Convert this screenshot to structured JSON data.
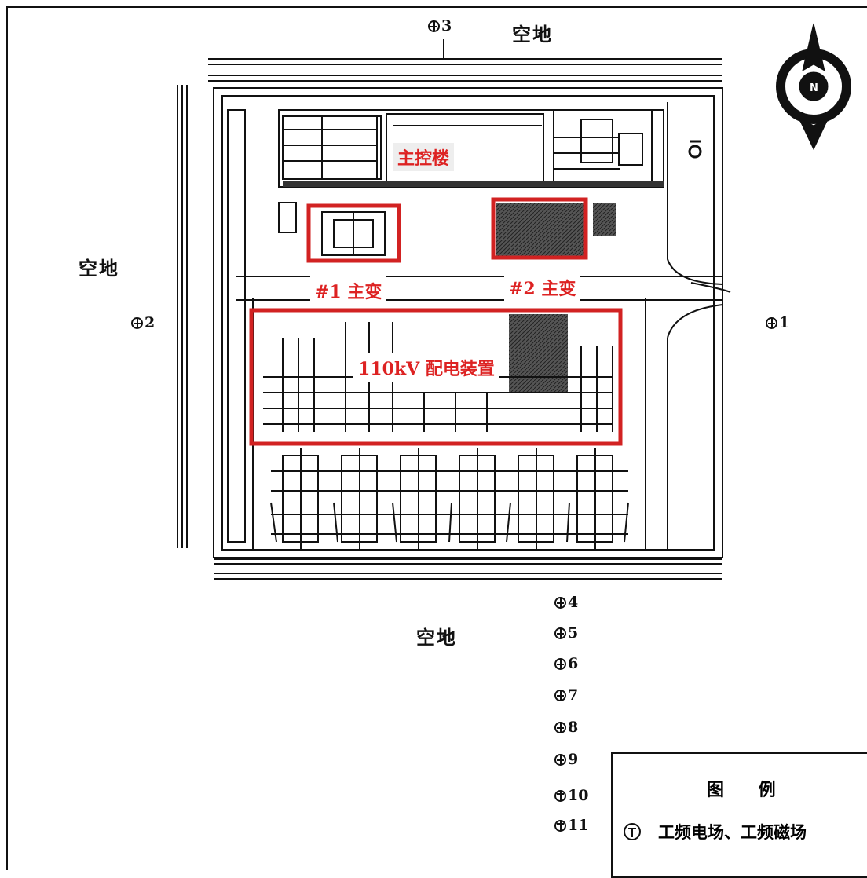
{
  "areas": {
    "north": "空地",
    "west": "空地",
    "south": "空地"
  },
  "facilities": {
    "control_building": "主控楼",
    "transformer_1": "#1 主变",
    "transformer_2": "#2 主变",
    "switchyard": "110kV 配电装置"
  },
  "points": [
    "3",
    "2",
    "1",
    "4",
    "5",
    "6",
    "7",
    "8",
    "9",
    "10",
    "11"
  ],
  "compass": {
    "letter": "N"
  },
  "legend": {
    "title": "图 例",
    "item": "工频电场、工频磁场"
  },
  "colors": {
    "highlight": "#d22222",
    "line": "#111111"
  }
}
